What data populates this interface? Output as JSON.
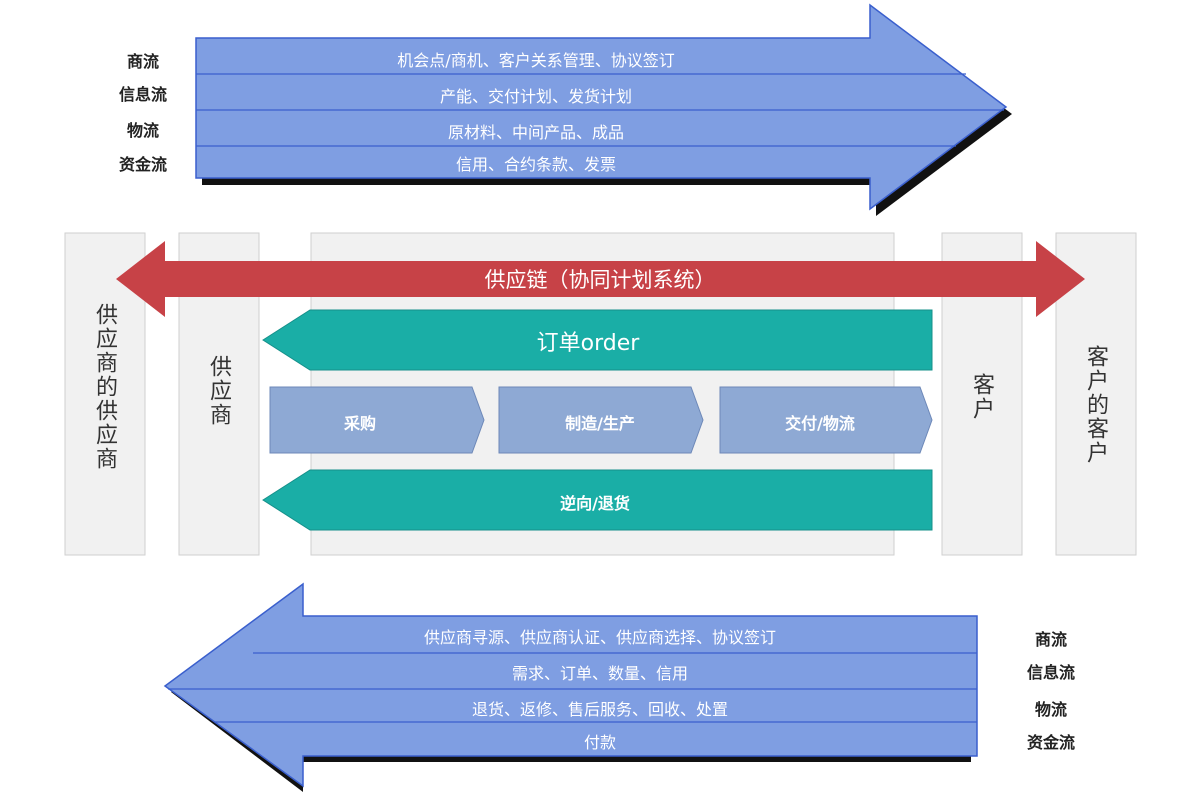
{
  "top_flows": {
    "labels": [
      "商流",
      "信息流",
      "物流",
      "资金流"
    ],
    "bands": [
      "机会点/商机、客户关系管理、协议签订",
      "产能、交付计划、发货计划",
      "原材料、中间产品、成品",
      "信用、合约条款、发票"
    ]
  },
  "bottom_flows": {
    "labels": [
      "商流",
      "信息流",
      "物流",
      "资金流"
    ],
    "bands": [
      "供应商寻源、供应商认证、供应商选择、协议签订",
      "需求、订单、数量、信用",
      "退货、返修、售后服务、回收、处置",
      "付款"
    ]
  },
  "columns": {
    "supplier_of_supplier": "供应商的供应商",
    "supplier": "供应商",
    "customer": "客户",
    "customer_of_customer": "客户的客户"
  },
  "supply_chain": {
    "label": "供应链（协同计划系统）"
  },
  "order": {
    "label": "订单order"
  },
  "process": [
    "采购",
    "制造/生产",
    "交付/物流"
  ],
  "reverse": {
    "label": "逆向/退货"
  },
  "colors": {
    "band_blue": "#7f9ee2",
    "band_border": "#3a5fcd",
    "red_arrow": "#c74247",
    "teal": "#1aaea6",
    "chevron": "#8ea9d4",
    "column_bg": "#f1f1f1"
  }
}
